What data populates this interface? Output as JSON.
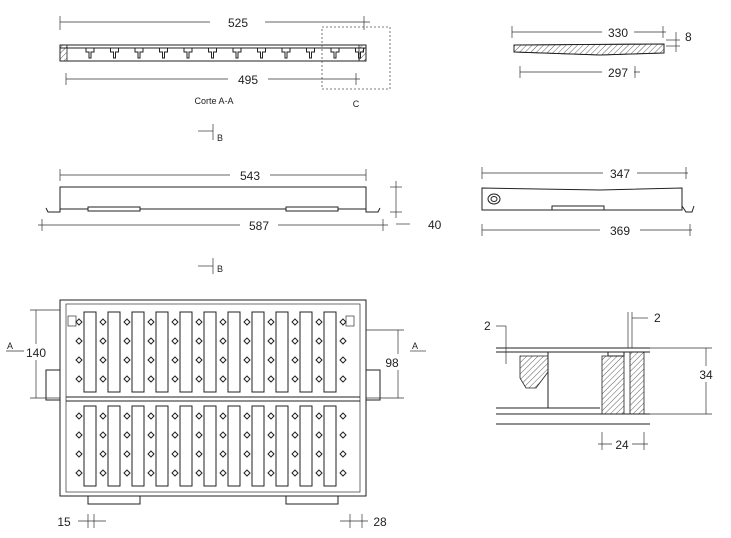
{
  "views": {
    "section_aa": {
      "caption": "Corte A-A",
      "detail_mark": "C",
      "dim_overall": "525",
      "dim_inner": "495"
    },
    "section_side": {
      "dim_overall": "330",
      "dim_inner": "297",
      "dim_thickness": "8"
    },
    "elevation_front": {
      "section_mark_top": "B",
      "section_mark_bottom": "B",
      "dim_top": "543",
      "dim_bottom": "587",
      "dim_height": "40"
    },
    "elevation_side": {
      "dim_top": "347",
      "dim_bottom": "369"
    },
    "plan": {
      "section_mark_left": "A",
      "section_mark_right": "A",
      "dim_left": "140",
      "dim_right": "98",
      "dim_bottom_left": "15",
      "dim_bottom_right": "28"
    },
    "detail_c": {
      "dim_left": "2",
      "dim_top": "2",
      "dim_height": "34",
      "dim_width": "24"
    }
  }
}
